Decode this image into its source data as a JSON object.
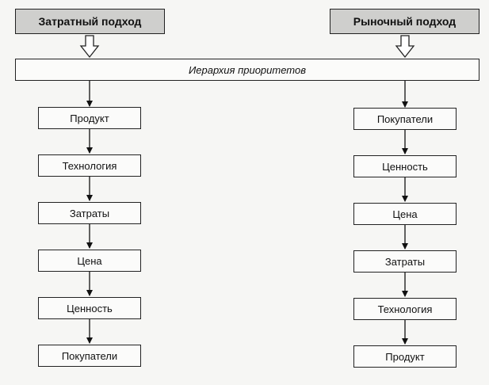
{
  "left_header": "Затратный подход",
  "right_header": "Рыночный подход",
  "hierarchy_label": "Иерархия приоритетов",
  "left_chain": [
    "Продукт",
    "Технология",
    "Затраты",
    "Цена",
    "Ценность",
    "Покупатели"
  ],
  "right_chain": [
    "Покупатели",
    "Ценность",
    "Цена",
    "Затраты",
    "Технология",
    "Продукт"
  ]
}
